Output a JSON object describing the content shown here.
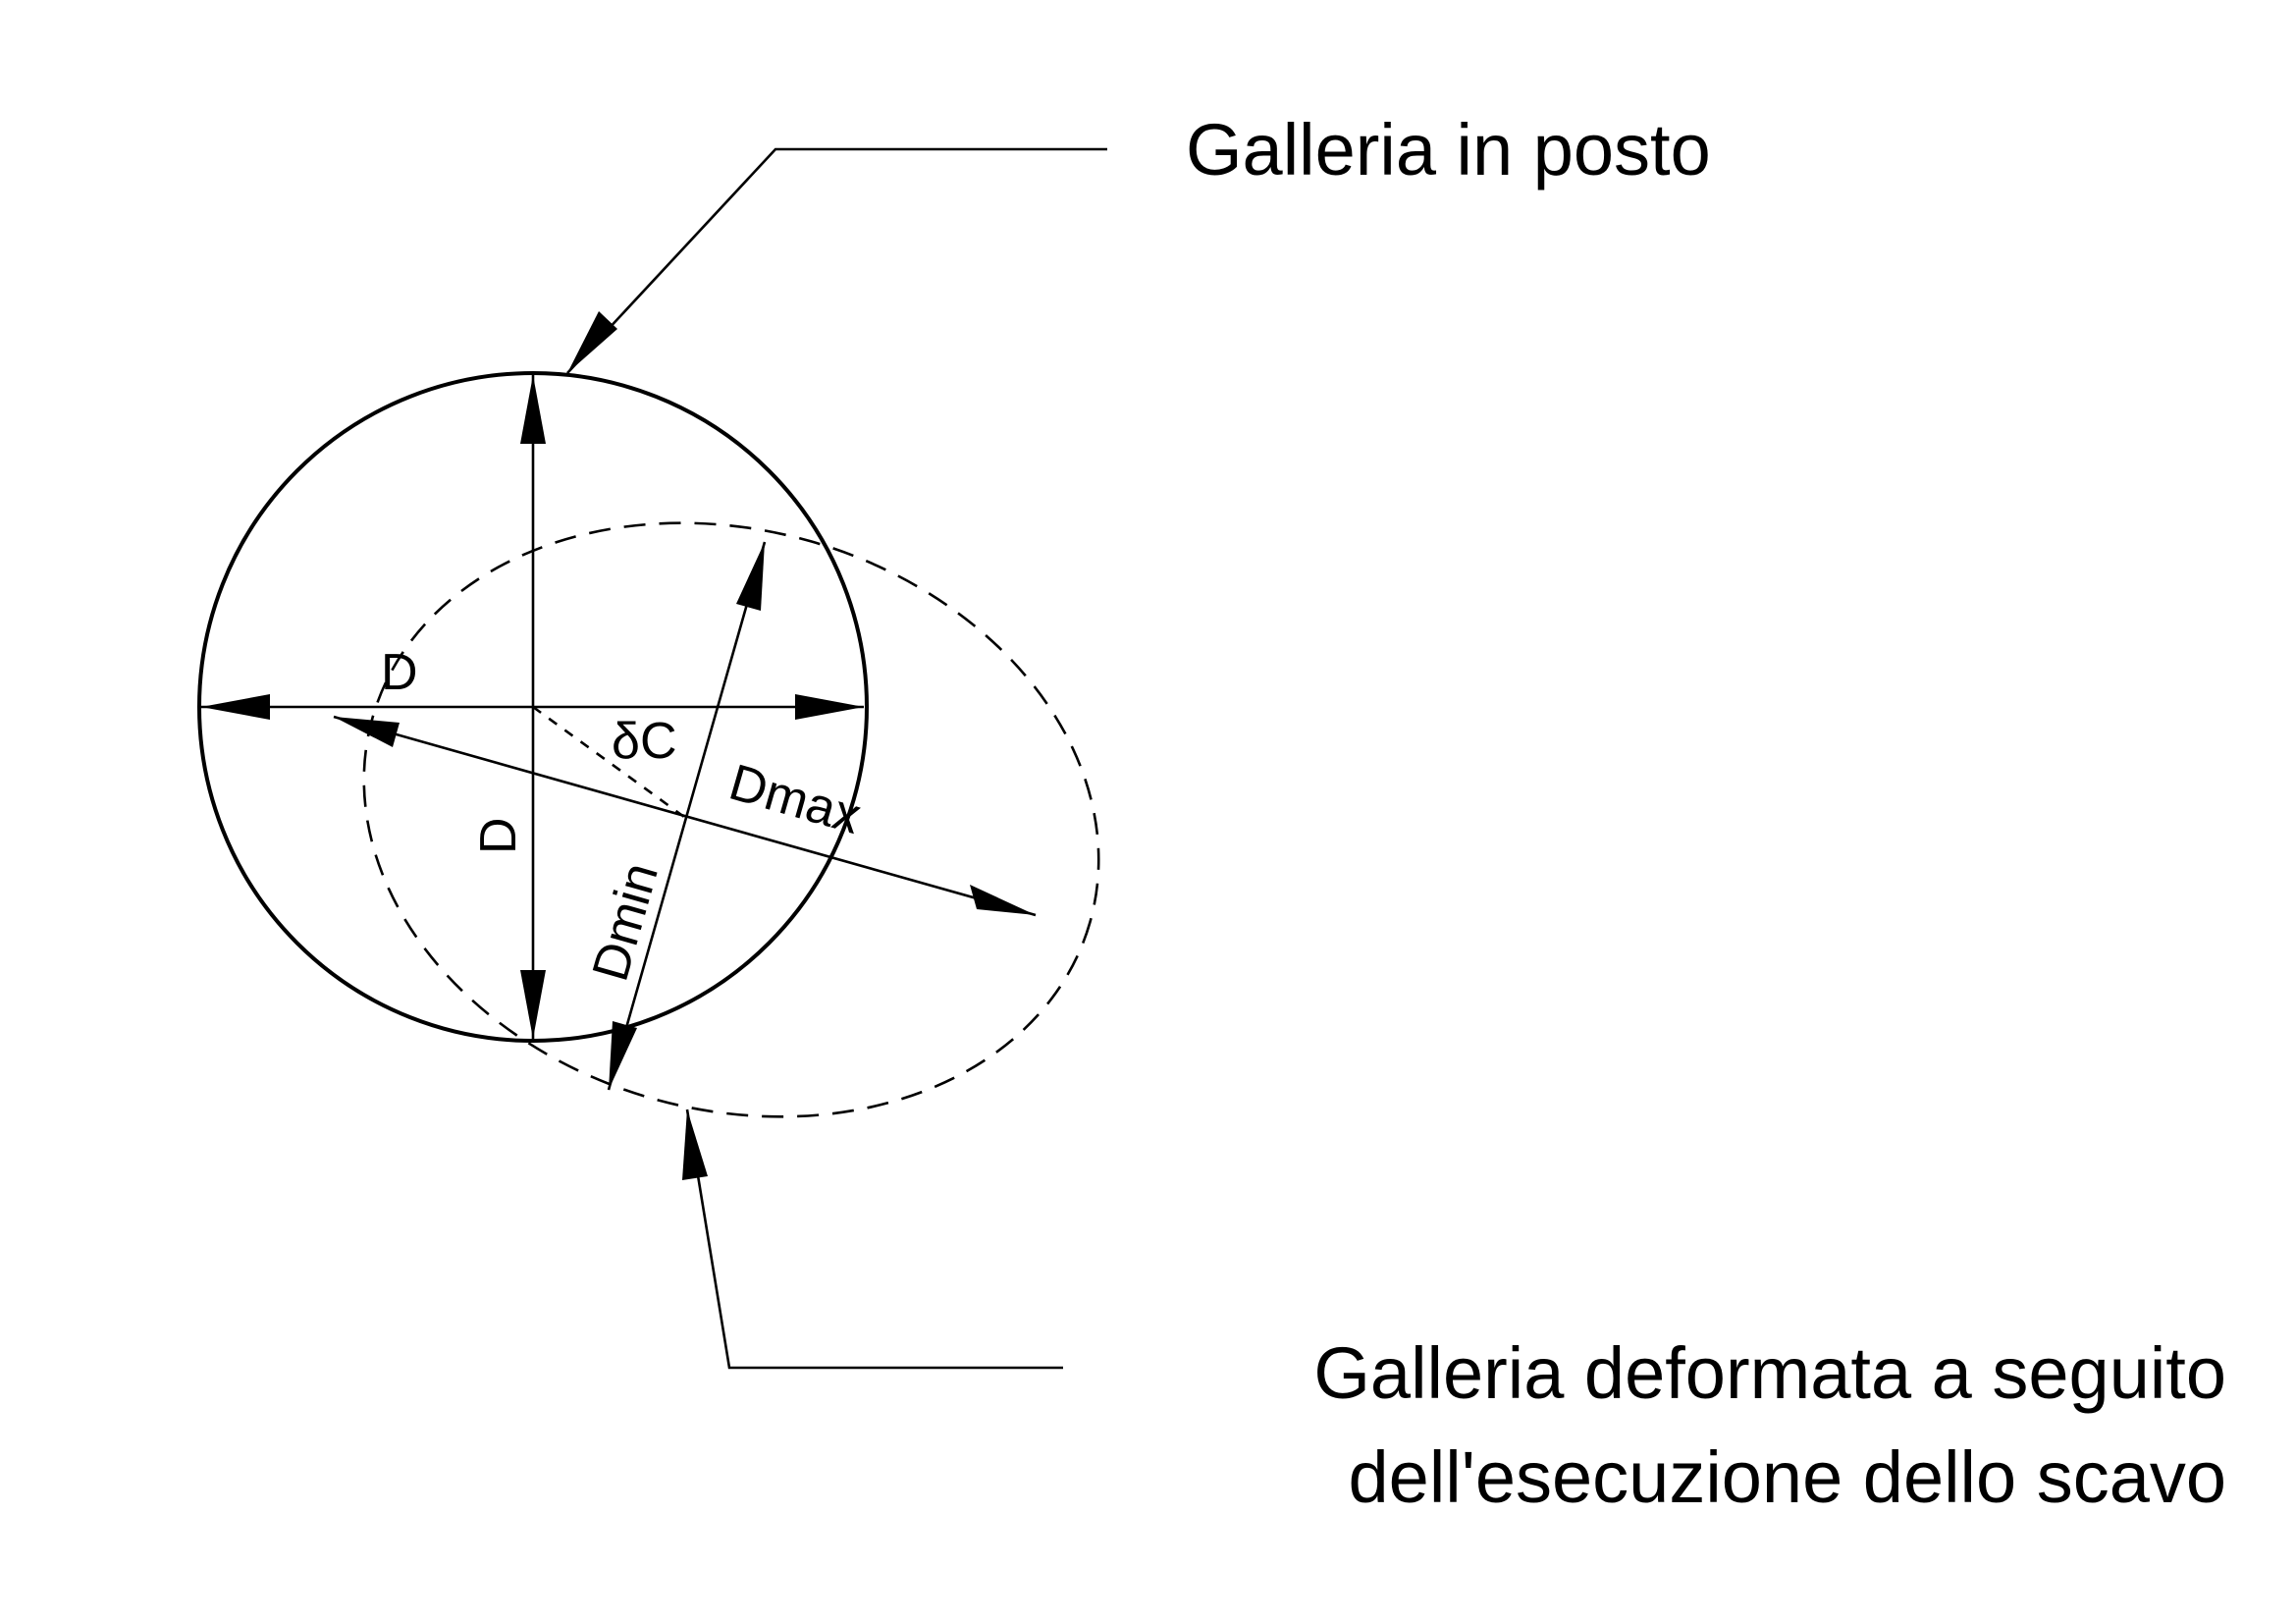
{
  "labels": {
    "in_place": "Galleria in posto",
    "deformed_line1": "Galleria deformata a seguito",
    "deformed_line2": "dell'esecuzione dello scavo"
  },
  "dimensions": {
    "horizontal_d": "D",
    "vertical_d": "D",
    "delta_c": "δC",
    "d_max": "Dmax",
    "d_min": "Dmin"
  },
  "colors": {
    "ink": "#000000",
    "background": "#ffffff"
  }
}
